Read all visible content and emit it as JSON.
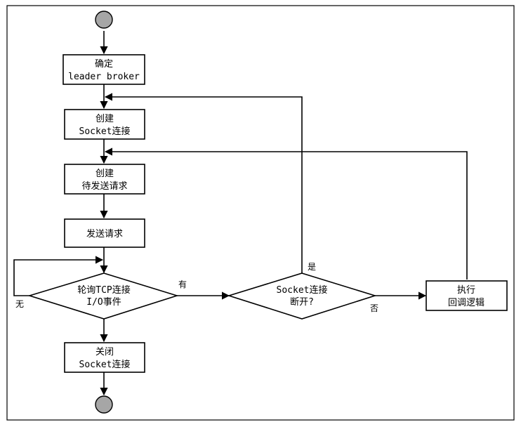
{
  "nodes": {
    "determine_leader": {
      "line1": "确定",
      "line2": "leader broker"
    },
    "create_socket": {
      "line1": "创建",
      "line2": "Socket连接"
    },
    "create_request": {
      "line1": "创建",
      "line2": "待发送请求"
    },
    "send_request": {
      "line1": "发送请求"
    },
    "poll_tcp": {
      "line1": "轮询TCP连接",
      "line2": "I/O事件"
    },
    "socket_disconnected": {
      "line1": "Socket连接",
      "line2": "断开?"
    },
    "execute_callback": {
      "line1": "执行",
      "line2": "回调逻辑"
    },
    "close_socket": {
      "line1": "关闭",
      "line2": "Socket连接"
    }
  },
  "edge_labels": {
    "none": "无",
    "has": "有",
    "yes": "是",
    "no": "否"
  },
  "colors": {
    "terminal_fill": "#a6a6a6",
    "stroke": "#000000",
    "background": "#ffffff"
  }
}
